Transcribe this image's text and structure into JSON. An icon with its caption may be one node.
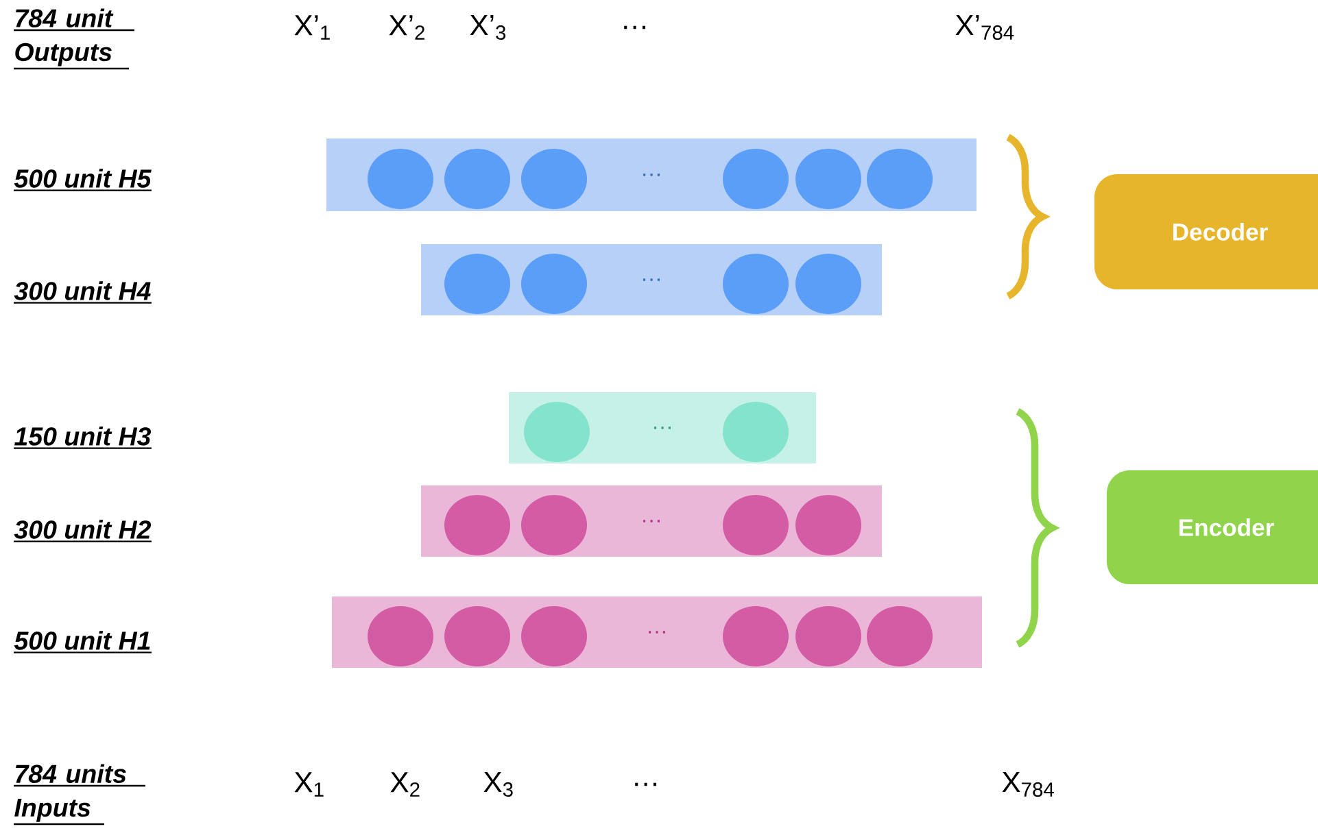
{
  "diagram": {
    "nodes": [
      {
        "text": [
          "…"
        ]
      },
      {
        "text": [],
        "shape": "circle",
        "in": 0
      },
      {
        "text": [],
        "shape": "circle",
        "in": 0
      },
      {
        "text": [],
        "shape": "circle",
        "in": 0
      },
      {
        "text": [],
        "shape": "circle",
        "in": 0
      },
      {
        "text": [],
        "shape": "circle",
        "in": 0
      },
      {
        "text": [],
        "shape": "circle",
        "in": 0
      },
      {
        "text": [
          "…"
        ]
      },
      {
        "text": [],
        "shape": "circle",
        "in": 7
      },
      {
        "text": [],
        "shape": "circle",
        "in": 7
      },
      {
        "text": [],
        "shape": "circle",
        "in": 7
      },
      {
        "text": [],
        "shape": "circle",
        "in": 7
      },
      {
        "text": [
          "…"
        ]
      },
      {
        "text": [],
        "shape": "circle",
        "in": 12
      },
      {
        "text": [],
        "shape": "circle",
        "in": 12
      },
      {
        "text": [
          "…"
        ]
      },
      {
        "text": [],
        "shape": "circle",
        "in": 15
      },
      {
        "text": [],
        "shape": "circle",
        "in": 15
      },
      {
        "text": [],
        "shape": "circle",
        "in": 15
      },
      {
        "text": [],
        "shape": "circle",
        "in": 15
      },
      {
        "text": [
          "…"
        ]
      },
      {
        "text": [],
        "shape": "circle",
        "in": 20
      },
      {
        "text": [],
        "shape": "circle",
        "in": 20
      },
      {
        "text": [],
        "shape": "circle",
        "in": 20
      },
      {
        "text": [],
        "shape": "circle",
        "in": 20
      },
      {
        "text": [],
        "shape": "circle",
        "in": 20
      },
      {
        "text": [],
        "shape": "circle",
        "in": 20
      },
      {
        "text": [
          "Decoder"
        ]
      },
      {
        "text": [
          "Encoder"
        ]
      }
    ],
    "labels": [
      "784 unit Outputs",
      "X’$_{1}$",
      "X’$_{2}$",
      "X’$_{3}$",
      "…",
      "X’$_{784}$",
      "500 unit H5",
      "300 unit H4",
      "150 unit H3",
      "300 unit H2",
      "500 unit H1",
      "784 units Inputs",
      "X$_{1}$",
      "X$_{2}$",
      "X$_{3}$",
      "…",
      "X$_{784}$"
    ]
  }
}
